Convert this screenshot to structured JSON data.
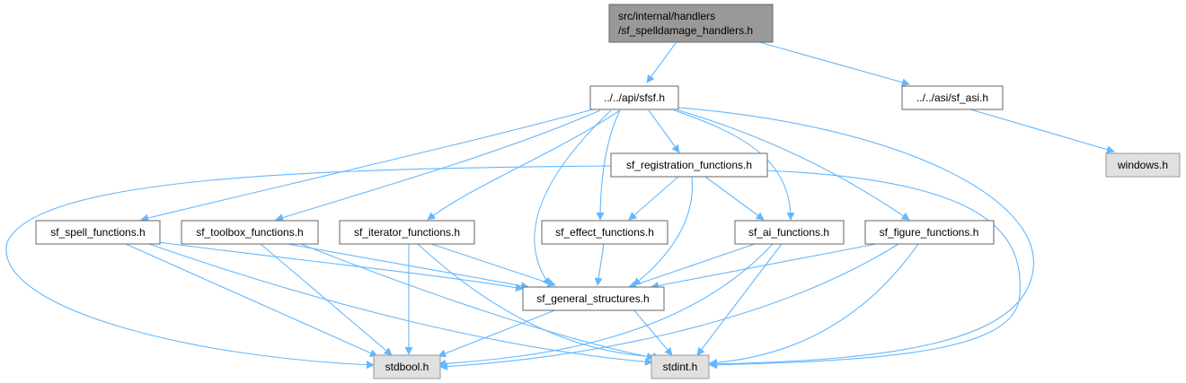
{
  "colors": {
    "edge": "#63b8ff",
    "root_fill": "#999999",
    "root_border": "#666666",
    "node_fill": "#ffffff",
    "node_border": "#666666",
    "external_fill": "#e0e0e0",
    "external_border": "#999999"
  },
  "nodes": {
    "root": {
      "line1": "src/internal/handlers",
      "line2": "/sf_spelldamage_handlers.h"
    },
    "sfsf": {
      "label": "../../api/sfsf.h"
    },
    "sf_asi": {
      "label": "../../asi/sf_asi.h"
    },
    "windows": {
      "label": "windows.h"
    },
    "registration": {
      "label": "sf_registration_functions.h"
    },
    "spell": {
      "label": "sf_spell_functions.h"
    },
    "toolbox": {
      "label": "sf_toolbox_functions.h"
    },
    "iterator": {
      "label": "sf_iterator_functions.h"
    },
    "effect": {
      "label": "sf_effect_functions.h"
    },
    "ai": {
      "label": "sf_ai_functions.h"
    },
    "figure": {
      "label": "sf_figure_functions.h"
    },
    "general": {
      "label": "sf_general_structures.h"
    },
    "stdbool": {
      "label": "stdbool.h"
    },
    "stdint": {
      "label": "stdint.h"
    }
  }
}
